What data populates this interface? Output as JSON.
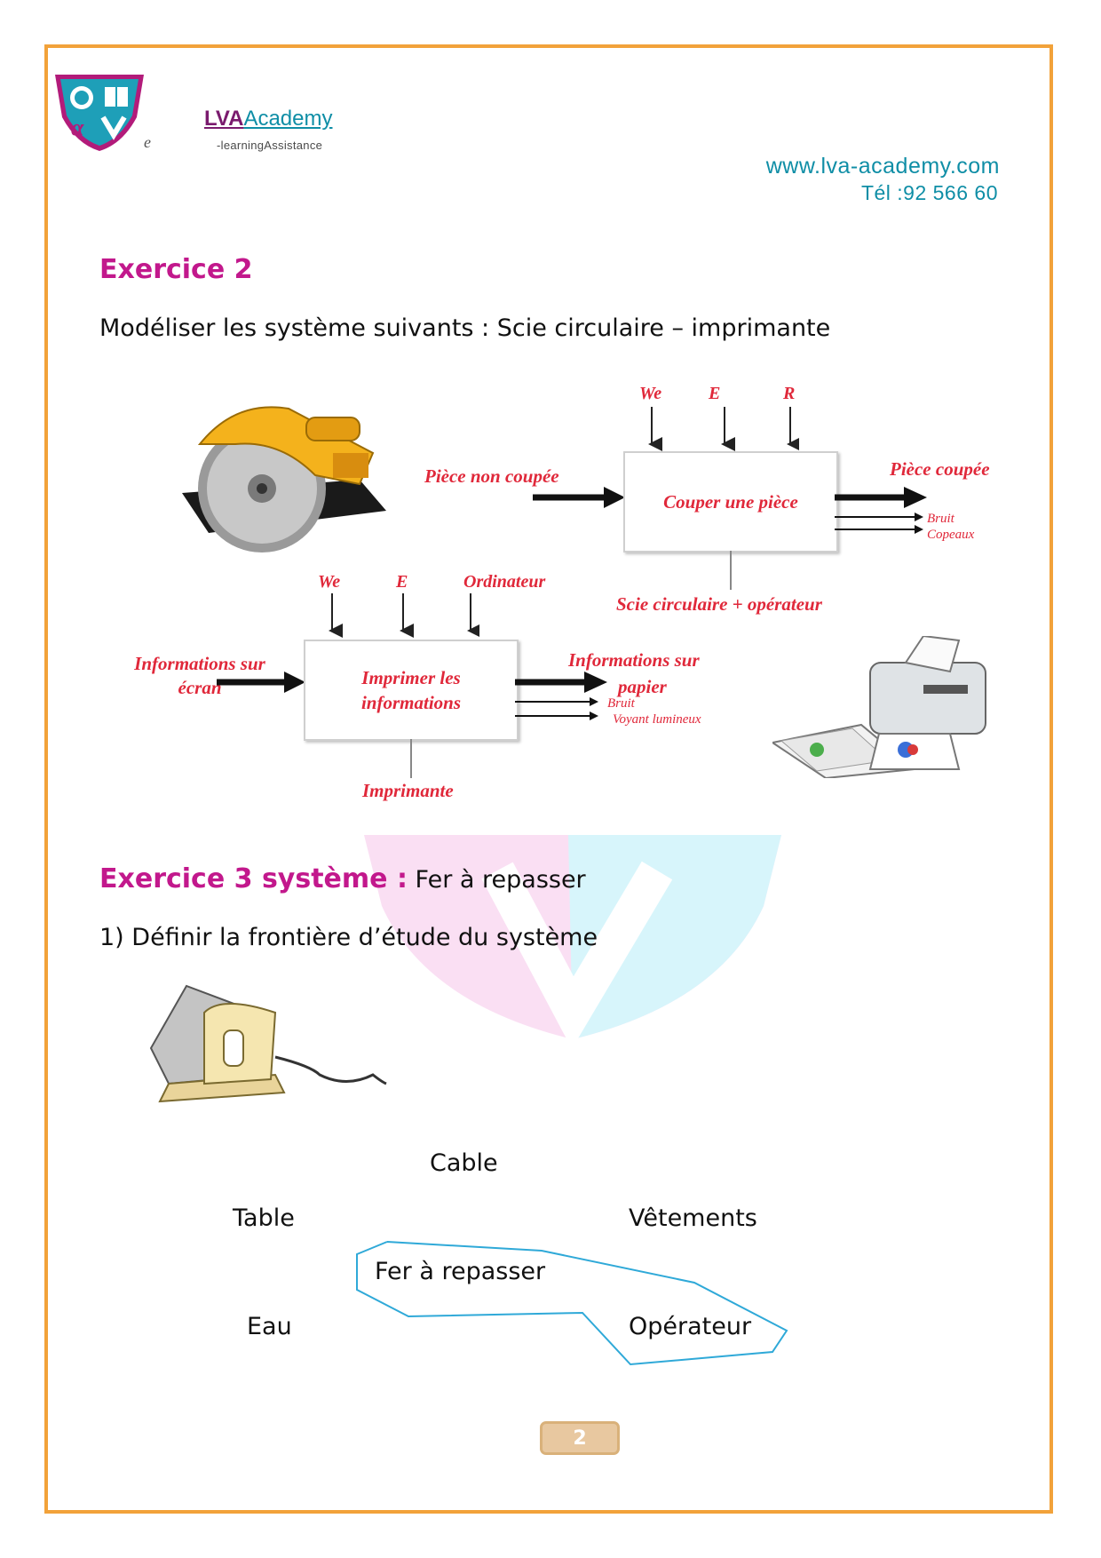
{
  "header": {
    "brand_lva": "LVA",
    "brand_academy": "Academy",
    "tagline": "-learningAssistance",
    "logo_letter": "e",
    "website": "www.lva-academy.com",
    "phone": "Tél :92 566 60"
  },
  "exercise2": {
    "title": "Exercice 2",
    "instruction": "Modéliser les système suivants : Scie circulaire – imprimante",
    "saw": {
      "inputs_top": [
        "We",
        "E",
        "R"
      ],
      "input_left": "Pièce non coupée",
      "function": "Couper une pièce",
      "output_main": "Pièce coupée",
      "output_secondary": [
        "Bruit",
        "Copeaux"
      ],
      "support": "Scie circulaire + opérateur"
    },
    "printer": {
      "inputs_top": [
        "We",
        "E",
        "Ordinateur"
      ],
      "input_left_line1": "Informations sur",
      "input_left_line2": "écran",
      "function_line1": "Imprimer les",
      "function_line2": "informations",
      "output_main_line1": "Informations sur",
      "output_main_line2": "papier",
      "output_secondary": [
        "Bruit",
        "Voyant lumineux"
      ],
      "support": "Imprimante"
    }
  },
  "exercise3": {
    "title": "Exercice 3 système :",
    "subject": " Fer à repasser",
    "question": "1) Définir la frontière d’étude du système",
    "boundary": {
      "cable": "Cable",
      "table": "Table",
      "vetements": "Vêtements",
      "fer": "Fer à repasser",
      "eau": "Eau",
      "operateur": "Opérateur"
    }
  },
  "page_number": "2"
}
